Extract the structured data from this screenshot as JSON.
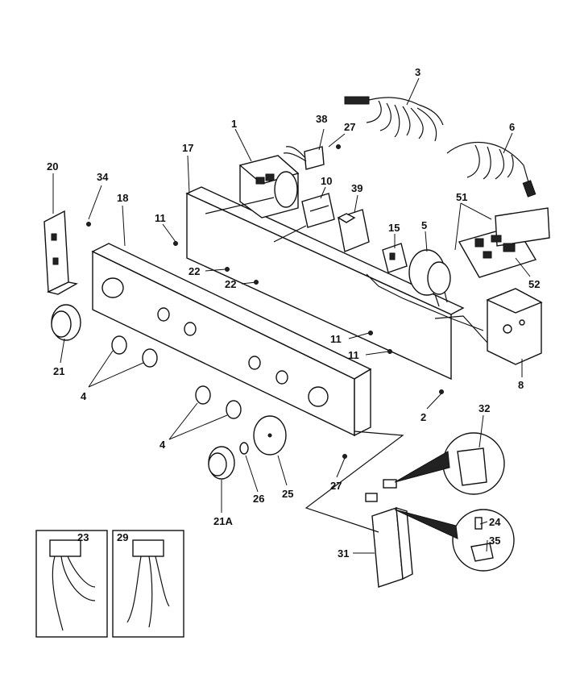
{
  "callouts": [
    "1",
    "2",
    "3",
    "4",
    "4",
    "5",
    "6",
    "8",
    "10",
    "11",
    "11",
    "11",
    "15",
    "17",
    "18",
    "20",
    "21",
    "21A",
    "22",
    "22",
    "23",
    "24",
    "25",
    "26",
    "27",
    "27",
    "29",
    "31",
    "32",
    "34",
    "35",
    "38",
    "39",
    "51",
    "52"
  ]
}
